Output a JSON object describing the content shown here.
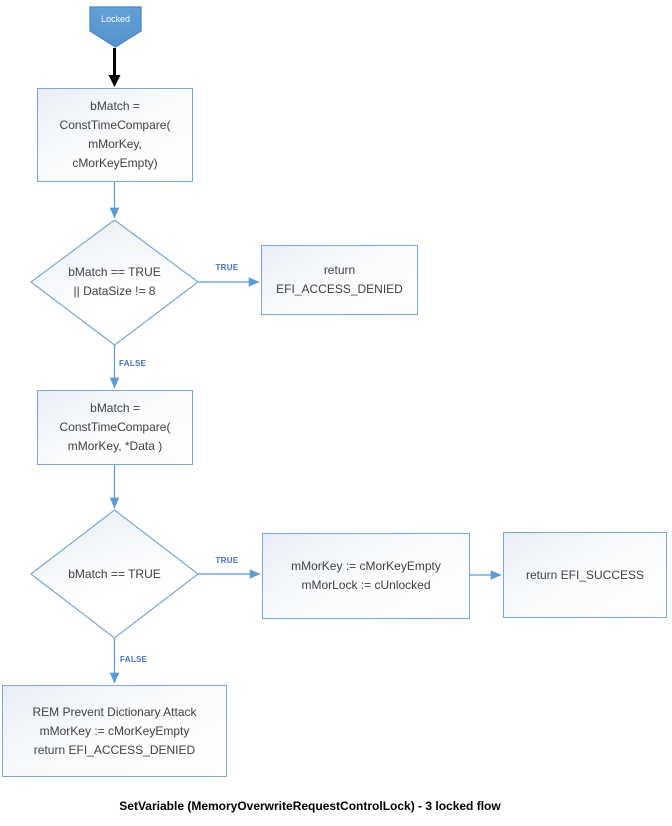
{
  "diagram": {
    "start": {
      "label": "Locked"
    },
    "nodes": {
      "compare_empty": {
        "lines": [
          "bMatch =",
          "ConstTimeCompare(",
          "mMorKey,",
          "cMorKeyEmpty)"
        ]
      },
      "decision_match_or_size": {
        "lines": [
          "bMatch == TRUE",
          "|| DataSize != 8"
        ]
      },
      "access_denied_top": {
        "lines": [
          "return",
          "EFI_ACCESS_DENIED"
        ]
      },
      "compare_data": {
        "lines": [
          "bMatch =",
          "ConstTimeCompare(",
          "mMorKey, *Data )"
        ]
      },
      "decision_match": {
        "lines": [
          "bMatch == TRUE"
        ]
      },
      "unlock": {
        "lines": [
          "mMorKey := cMorKeyEmpty",
          "mMorLock := cUnlocked"
        ]
      },
      "success": {
        "lines": [
          "return EFI_SUCCESS"
        ]
      },
      "dictionary_attack": {
        "lines": [
          "REM Prevent Dictionary Attack",
          "mMorKey := cMorKeyEmpty",
          "return EFI_ACCESS_DENIED"
        ]
      }
    },
    "edge_labels": {
      "true1": "TRUE",
      "false1": "FALSE",
      "true2": "TRUE",
      "false2": "FALSE"
    },
    "caption": "SetVariable (MemoryOverwriteRequestControlLock) - 3 locked flow",
    "colors": {
      "accent_blue": "#5b9bd5",
      "border_blue": "#7aa7d6",
      "label_blue": "#4472c4",
      "start_fill": "#5b9bd5",
      "start_stroke": "#4a86bd",
      "text": "#3f3f3f",
      "black_arrow": "#000000"
    }
  }
}
